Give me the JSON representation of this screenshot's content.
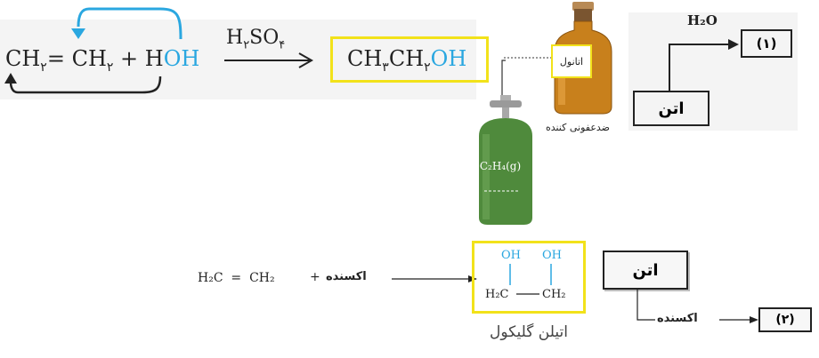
{
  "reaction_ethanol": {
    "lhs_ch2": "CH",
    "lhs_sub1": "۲",
    "lhs_eq": "=",
    "lhs_ch2b": "CH",
    "lhs_sub2": "۲",
    "plus": "+",
    "lhs_h": "H",
    "lhs_oh": "OH",
    "catalyst": "H",
    "catalyst_sub1": "۲",
    "catalyst_so": "SO",
    "catalyst_sub2": "۴",
    "prod_ch3": "CH",
    "prod_sub1": "۳",
    "prod_ch2": "CH",
    "prod_sub2": "۲",
    "prod_oh": "OH"
  },
  "bottle_label": "اتانول",
  "bottle_caption": "ضدعفونی کننده",
  "cylinder_label": "C₂H₄(g)",
  "flow_top": {
    "reagent": "H₂O",
    "product": "(۱)",
    "source": "اتن"
  },
  "reaction_glycol": {
    "reactant": "H₂C  =  CH₂",
    "plus": "+",
    "oxidizer": "اکسنده",
    "oh_left": "OH",
    "oh_right": "OH",
    "backbone_left": "H₂C",
    "backbone_right": "CH₂",
    "product_name": "اتیلن گلیکول"
  },
  "flow_bottom": {
    "source": "اتن",
    "reagent": "اکسنده",
    "product": "(۲)"
  },
  "colors": {
    "highlight": "#f2e21a",
    "hydroxyl": "#2aa7e0",
    "cylinder": "#4f8a3c"
  }
}
